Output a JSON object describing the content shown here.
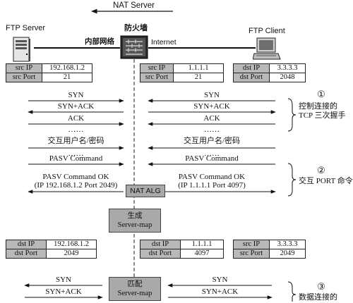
{
  "top": {
    "nat_server": "NAT Server"
  },
  "devices": {
    "ftp_server": "FTP Server",
    "firewall": "防火墙",
    "ftp_client": "FTP Client",
    "intranet": "内部网络",
    "internet": "Internet"
  },
  "table1": {
    "server": [
      [
        "src IP",
        "192.168.1.2"
      ],
      [
        "src Port",
        "21"
      ]
    ],
    "middle": [
      [
        "src IP",
        "1.1.1.1"
      ],
      [
        "src Port",
        "21"
      ]
    ],
    "client": [
      [
        "dst IP",
        "3.3.3.3"
      ],
      [
        "dst Port",
        "2048"
      ]
    ]
  },
  "left_msgs": {
    "syn": "SYN",
    "synack": "SYN+ACK",
    "ack": "ACK",
    "dots1": "……",
    "login": "交互用户名/密码",
    "dots2": "……",
    "pasv": "PASV Command",
    "pasv_ok": "PASV Command OK",
    "pasv_ok_detail": "(IP 192.168.1.2 Port 2049)"
  },
  "right_msgs": {
    "syn": "SYN",
    "synack": "SYN+ACK",
    "ack": "ACK",
    "dots1": "……",
    "login": "交互用户名/密码",
    "dots2": "……",
    "pasv": "PASV Command",
    "pasv_ok": "PASV Command OK",
    "pasv_ok_detail": "(IP 1.1.1.1 Port 4097)"
  },
  "center_boxes": {
    "nat_alg": "NAT ALG",
    "gen_line1": "生成",
    "gen_line2": "Server-map",
    "match_line1": "匹配",
    "match_line2": "Server-map"
  },
  "steps": {
    "s1_num": "①",
    "s1_line1": "控制连接的",
    "s1_line2": "TCP 三次握手",
    "s2_num": "②",
    "s2_text": "交互 PORT 命令",
    "s3_num": "③",
    "s3_text": "数据连接的"
  },
  "table2": {
    "server": [
      [
        "dst IP",
        "192.168.1.2"
      ],
      [
        "dst Port",
        "2049"
      ]
    ],
    "middle": [
      [
        "dst IP",
        "1.1.1.1"
      ],
      [
        "dst Port",
        "4097"
      ]
    ],
    "client": [
      [
        "src IP",
        "3.3.3.3"
      ],
      [
        "src Port",
        "2049"
      ]
    ]
  },
  "bottom_msgs": {
    "left_syn": "SYN",
    "left_synack": "SYN+ACK",
    "right_syn": "SYN",
    "right_synack": "SYN+ACK"
  }
}
